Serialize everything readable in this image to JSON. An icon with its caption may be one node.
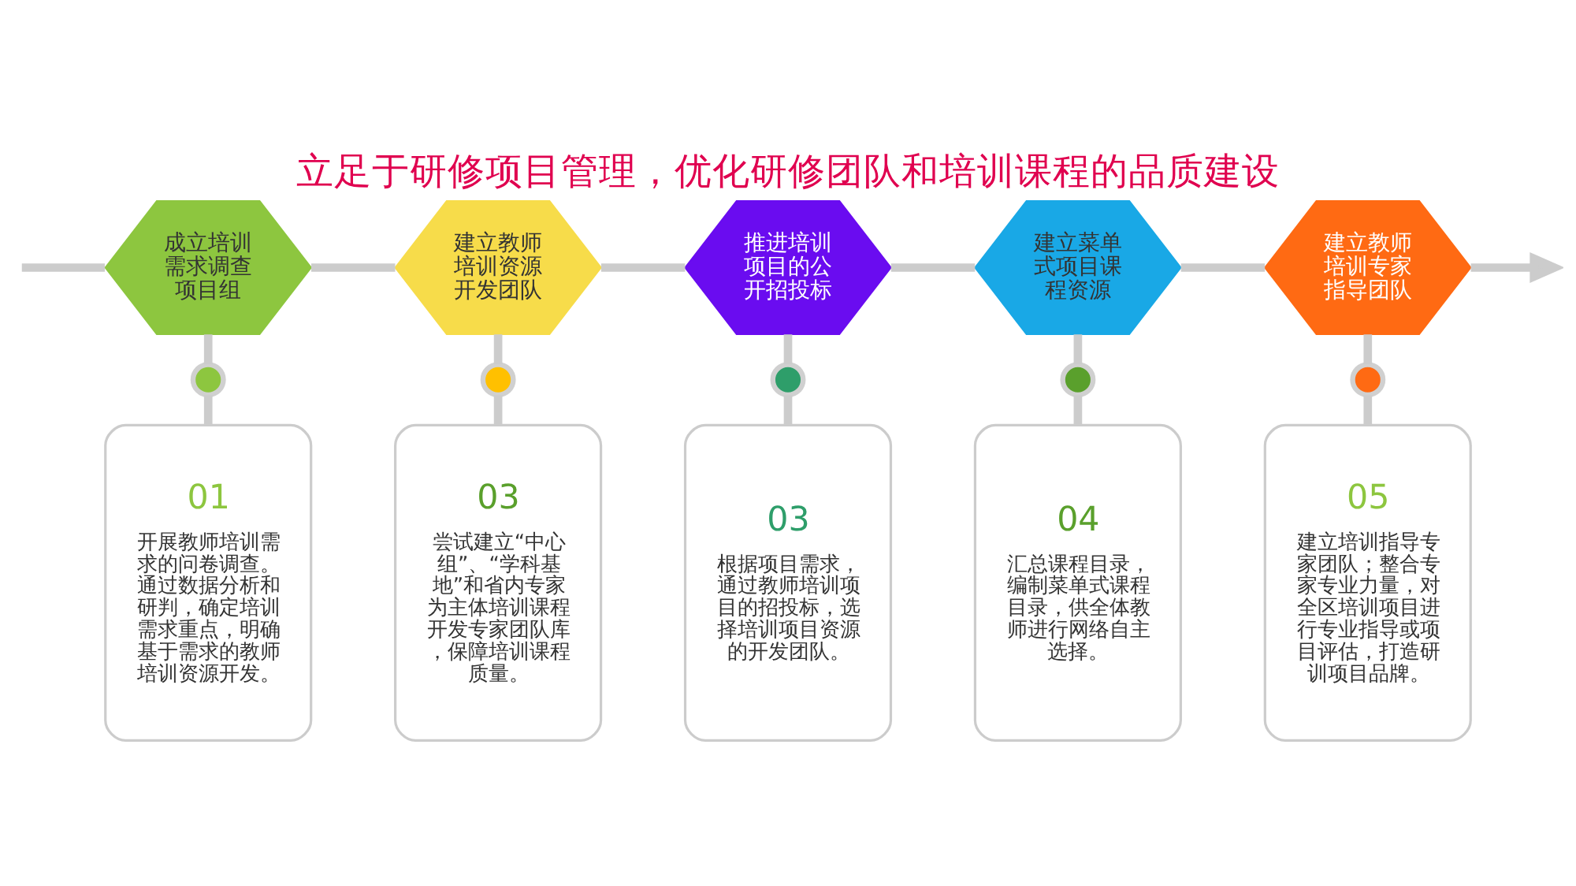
{
  "diagram": {
    "title": "立足于研修项目管理，优化研修团队和培训课程的品质建设",
    "nodes": [
      {
        "text": [
          "成立培训需求调查项目组"
        ]
      },
      {
        "text": [
          "建立教师培训资源开发团队"
        ]
      },
      {
        "text": [
          "推进培训项目的公开招投标"
        ]
      },
      {
        "text": [
          "建立菜单式项目课程资源"
        ]
      },
      {
        "text": [
          "建立教师培训专家指导团队"
        ]
      },
      {
        "text": [],
        "shape": "circle"
      },
      {
        "text": [],
        "shape": "circle"
      },
      {
        "text": [],
        "shape": "circle"
      },
      {
        "text": [],
        "shape": "circle"
      },
      {
        "text": [],
        "shape": "circle"
      },
      {
        "text": [
          "01",
          "开展教师培训需求的问卷调查。通过数据分析和研判，确定培训需求重点，明确基于需求的教师培训资源开发。"
        ]
      },
      {
        "text": [
          "03",
          "尝试建立“中心组”、“学科基地”和省内专家为主体培训课程开发专家团队库，保障培训课程质量。"
        ]
      },
      {
        "text": [
          "03",
          "根据项目需求，通过教师培训项目的招投标，选择培训项目资源的开发团队。"
        ]
      },
      {
        "text": [
          "04",
          "汇总课程目录，编制菜单式课程目录，供全体教师进行网络自主选择。"
        ]
      },
      {
        "text": [
          "05",
          "建立培训指导专家团队；整合专家专业力量，对全区培训项目进行专业指导或项目评估，打造研训项目品牌。"
        ]
      }
    ],
    "edges": [
      {
        "from": null,
        "to": 0,
        "arrow": "none"
      },
      {
        "from": 0,
        "to": 1,
        "arrow": "none"
      },
      {
        "from": 1,
        "to": 2,
        "arrow": "none"
      },
      {
        "from": 2,
        "to": 3,
        "arrow": "none"
      },
      {
        "from": 3,
        "to": 4,
        "arrow": "none"
      },
      {
        "from": 4,
        "to": null,
        "arrow": "to"
      },
      {
        "from": 0,
        "to": 5,
        "arrow": "none"
      },
      {
        "from": 1,
        "to": 6,
        "arrow": "none"
      },
      {
        "from": 2,
        "to": 7,
        "arrow": "none"
      },
      {
        "from": 3,
        "to": 8,
        "arrow": "none"
      },
      {
        "from": 4,
        "to": 9,
        "arrow": "none"
      },
      {
        "from": 5,
        "to": 10,
        "arrow": "none"
      },
      {
        "from": 6,
        "to": 11,
        "arrow": "none"
      },
      {
        "from": 7,
        "to": 12,
        "arrow": "none"
      },
      {
        "from": 8,
        "to": 13,
        "arrow": "none"
      },
      {
        "from": 9,
        "to": 14,
        "arrow": "none"
      }
    ]
  }
}
